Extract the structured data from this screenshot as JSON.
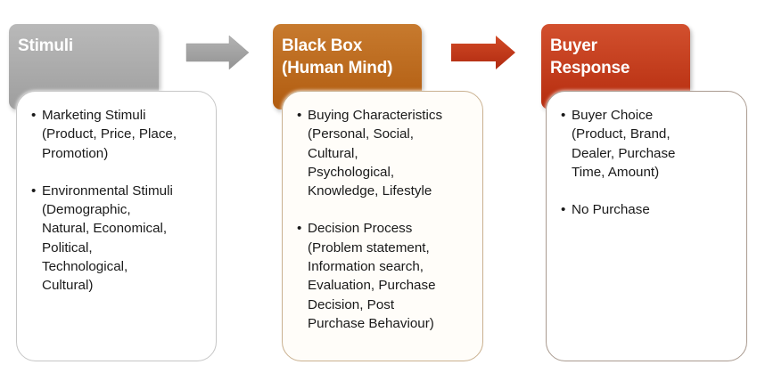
{
  "diagram": {
    "stages": [
      {
        "title": "Stimuli",
        "color": "#a8a8a8",
        "items": [
          "Marketing Stimuli\n(Product, Price, Place,\nPromotion)",
          "Environmental Stimuli\n(Demographic,\nNatural, Economical,\nPolitical,\nTechnological,\nCultural)"
        ]
      },
      {
        "title": "Black Box\n(Human Mind)",
        "color": "#bb6a1c",
        "items": [
          "Buying Characteristics\n(Personal, Social,\nCultural,\nPsychological,\nKnowledge, Lifestyle",
          "Decision Process\n(Problem statement,\nInformation search,\nEvaluation, Purchase\nDecision, Post\nPurchase Behaviour)"
        ]
      },
      {
        "title": "Buyer\nResponse",
        "color": "#c23c1c",
        "items": [
          "Buyer Choice\n(Product, Brand,\nDealer, Purchase\nTime, Amount)",
          "No Purchase"
        ]
      }
    ],
    "arrows": [
      {
        "from": "Stimuli",
        "to": "Black Box (Human Mind)",
        "color": "#a0a0a0",
        "icon": "right-arrow-icon"
      },
      {
        "from": "Black Box (Human Mind)",
        "to": "Buyer Response",
        "color": "#c0391a",
        "icon": "right-arrow-icon"
      }
    ],
    "bullet": "•"
  }
}
